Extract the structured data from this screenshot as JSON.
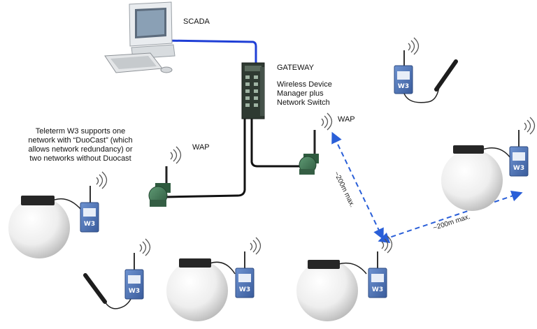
{
  "labels": {
    "scada": "SCADA",
    "gateway": "GATEWAY",
    "gateway_desc": [
      "Wireless Device",
      "Manager plus",
      "Network Switch"
    ],
    "wap_left": "WAP",
    "wap_right": "WAP",
    "support_note": [
      "Teleterm W3 supports one",
      "network with “DuoCast” (which",
      "allows network redundancy) or",
      "two networks without Duocast"
    ],
    "dist_vertical": "~200m max.",
    "dist_horizontal": "~200m max."
  },
  "devices": {
    "teleterm_brand": "W3"
  },
  "colors": {
    "scada_link": "#1f3fd6",
    "ethernet": "#111111",
    "distance_line": "#2a5fd8",
    "device_box": "#4a73b8",
    "gateway_body": "#3e4a40",
    "wap_body": "#3f7352"
  },
  "icons": [
    "computer-icon",
    "gateway-switch-icon",
    "wireless-access-point-icon",
    "teleterm-w3-device-icon",
    "buoy-sphere-icon",
    "probe-sensor-icon",
    "wireless-signal-icon"
  ]
}
